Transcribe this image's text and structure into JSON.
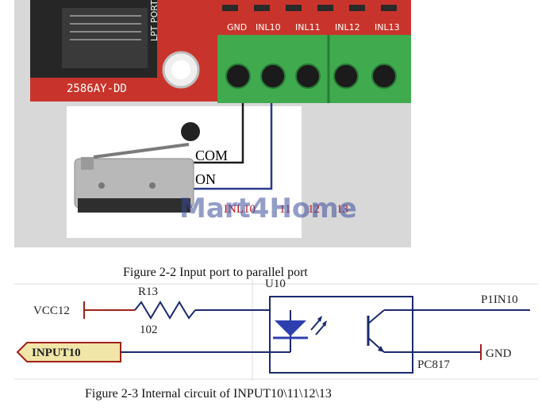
{
  "photo": {
    "board_label": "2586AY-DD",
    "port_label": "LPT PORT",
    "terminal_labels": [
      "GND",
      "INL10",
      "INL11",
      "INL12",
      "INL13"
    ],
    "switch_labels": {
      "com": "COM",
      "on": "ON"
    },
    "input_labels": [
      "INL10",
      "11",
      "12",
      "13"
    ],
    "watermark": "Mart4Home"
  },
  "captions": {
    "fig2_2": "Figure 2-2 Input port to parallel port",
    "fig2_3": "Figure 2-3 Internal circuit of INPUT10\\11\\12\\13"
  },
  "circuit": {
    "vcc": "VCC12",
    "resistor_name": "R13",
    "resistor_value": "102",
    "ic_name": "U10",
    "input": "INPUT10",
    "output": "P1IN10",
    "ground": "GND",
    "optocoupler": "PC817"
  },
  "colors": {
    "pcb_red": "#c8342b",
    "terminal_green": "#3faa4e",
    "wire_blue": "#2a3a8c",
    "input_fill": "#f1e6a8",
    "circuit_red": "#a1201a",
    "circuit_navy": "#1b2a6e",
    "led_blue": "#2d3fb0"
  }
}
